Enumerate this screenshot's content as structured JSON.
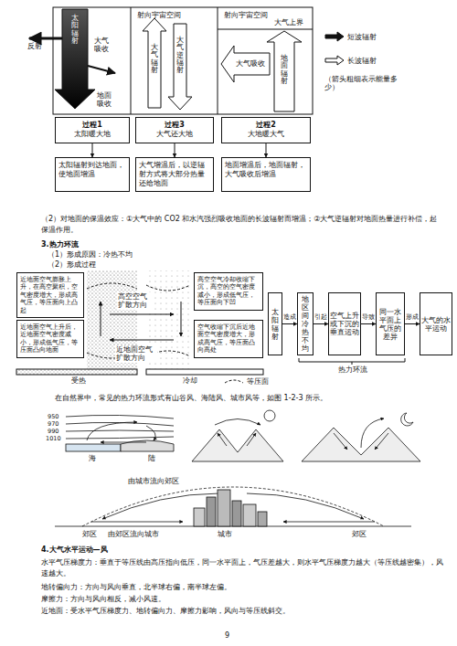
{
  "diagram": {
    "nodes": [
      {
        "text": [
          "过程1",
          "太阳暖大地"
        ]
      },
      {
        "text": [
          "过程3",
          "大气还大地"
        ]
      },
      {
        "text": [
          "过程2",
          "大地暖大气"
        ]
      },
      {
        "text": [
          "太阳辐射到达地面，使地面增温"
        ]
      },
      {
        "text": [
          "大气增温后，以逆辐射方式将大部分热量还给地面"
        ]
      },
      {
        "text": [
          "地面增温后，地面辐射，大气吸收后增温"
        ]
      },
      {
        "text": [
          "近地面空气膨胀上升，在高空聚积，空气密度增大，形成高气压，等压面向上凸起"
        ]
      },
      {
        "text": [
          "高空空气冷却收缩下沉，高空的空气密度减小，形成低气压，等压面向下凹"
        ]
      },
      {
        "text": [
          "近地面空气上升后，近地面空气密度减小，形成低气压，等压面凸向地面"
        ]
      },
      {
        "text": [
          "空气收缩下沉后近地面空气密度增大，形成高气压，等压面凸向高处"
        ]
      },
      {
        "text": [
          "太阳辐射"
        ]
      },
      {
        "text": [
          "地区间冷热不均"
        ]
      },
      {
        "text": [
          "空气上升或下沉的垂直运动"
        ]
      },
      {
        "text": [
          "同一水平面上气压的差异"
        ]
      },
      {
        "text": [
          "大气的水平运动"
        ]
      }
    ],
    "edges": [
      {
        "from": 0,
        "to": 3,
        "arrow": "to"
      },
      {
        "from": 1,
        "to": 4,
        "arrow": "to"
      },
      {
        "from": 2,
        "to": 5,
        "arrow": "to"
      },
      {
        "from": 10,
        "to": 11,
        "label": "造成",
        "arrow": "to"
      },
      {
        "from": 11,
        "to": 12,
        "label": "引起",
        "arrow": "to"
      },
      {
        "from": 12,
        "to": 13,
        "label": "导致",
        "arrow": "to"
      },
      {
        "from": 13,
        "to": 14,
        "label": "形成",
        "arrow": "to"
      }
    ],
    "labels": [
      "射向宇宙空间",
      "射向宇宙空间",
      "太阳辐射",
      "反射",
      "大气吸收",
      "地面吸收",
      "大气辐射",
      "大气逆辐射",
      "大气上界",
      "大气吸收",
      "地面辐射",
      "（箭头粗细表示能量多少）",
      "（2）对地面的保温效应：①大气中的 CO2 和水汽强烈吸收地面的长波辐射而增温；②大气逆辐射对地面热量进行补偿，起保温作用。",
      "3.热力环流",
      "（1）形成原因：冷热不均",
      "（2）形成过程",
      "高空空气扩散方向",
      "近地面空气扩散方向",
      "受热",
      "冷却",
      "热力环流",
      "在自然界中，常见的热力环流形式有山谷风、海陆风、城市风等，如图 1-2-3 所示。",
      "950",
      "970",
      "990",
      "1010",
      "海",
      "陆",
      "由城市流向郊区",
      "由郊区流向城市",
      "郊区",
      "城市",
      "郊区",
      "4.大气水平运动—风",
      "水平气压梯度力：垂直于等压线由高压指向低压，同一水平面上，气压差越大，则水平气压梯度力越大（等压线越密集），风速越大。",
      "地转偏向力：方向与风向垂直，北半球右偏，南半球左偏。",
      "摩擦力：方向与风向相反，减小风速。",
      "近地面：受水平气压梯度力、地转偏向力、摩擦力影响，风向与等压线斜交。",
      "9"
    ],
    "legend": [
      {
        "text": "短波辐射"
      },
      {
        "text": "长波辐射"
      },
      {
        "text": "等压面"
      }
    ]
  }
}
